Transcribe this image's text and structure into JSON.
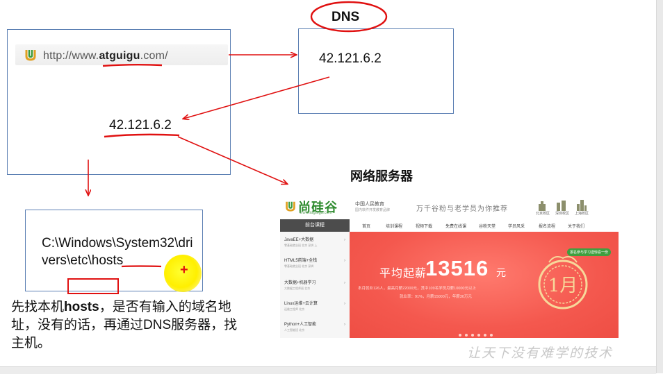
{
  "dns": {
    "label": "DNS",
    "resolved_ip": "42.121.6.2"
  },
  "browser": {
    "url_prefix": "http://www.",
    "url_domain": "atguigu",
    "url_suffix": ".com/"
  },
  "returned_ip": "42.121.6.2",
  "hosts": {
    "path": "C:\\Windows\\System32\\drivers\\etc\\hosts"
  },
  "note": {
    "part1": "先找本机",
    "hosts_word": "hosts",
    "part2": "，是否有输入的域名地址，没有的话，再通过DNS服务器，找主机。"
  },
  "server": {
    "label": "网络服务器",
    "site": {
      "logo_text": "尚硅谷",
      "logo_sub": "www.atguigu.com",
      "meta_title": "中国人民教育",
      "meta_sub": "国内软件开发教育品牌",
      "slogan": "万千谷粉与老学员为你推荐",
      "buildings": [
        "北京校区",
        "深圳校区",
        "上海校区"
      ],
      "category_head": "前台课程",
      "nav_items": [
        "首页",
        "培训课程",
        "视频下载",
        "免费在线课",
        "谷粉天堂",
        "学员风采",
        "报名流程",
        "关于我们"
      ],
      "sidebar": [
        {
          "title": "JavaEE+大数据",
          "sub": "零基础就业班 北京 深圳 上"
        },
        {
          "title": "HTML5前端+全栈",
          "sub": "零基础就业班 北京 深圳"
        },
        {
          "title": "大数据+机器学习",
          "sub": "大数据工程师班 北京"
        },
        {
          "title": "Linux运维+云计算",
          "sub": "运维工程师 北京"
        },
        {
          "title": "Python+人工智能",
          "sub": "人工智能班 北京"
        }
      ],
      "banner_pill": "报名参与学习送惊喜一份",
      "banner_title": "平均起薪",
      "banner_amount": "13516",
      "banner_unit": "元",
      "banner_line1": "本月就业126人，最高月薪22000元，其中109名学员月薪10000元以上",
      "banner_line2": "就业率：91%，月薪15000元，年薪30万元",
      "month_label": "1月"
    }
  },
  "watermark": "让天下没有难学的技术",
  "colors": {
    "arrow": "#e01010",
    "box_border": "#5b7fb3",
    "highlight": "#ffef00",
    "brand_green": "#2e8b2e",
    "banner_red": "#f4584e"
  }
}
